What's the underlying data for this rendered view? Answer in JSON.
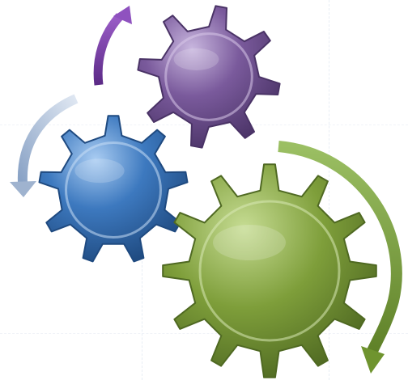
{
  "illustration": {
    "gears": [
      {
        "name": "purple-gear",
        "teeth": 8,
        "color": "#7a5a9c",
        "highlight": "#d8c8ea",
        "shadow": "#4a3366"
      },
      {
        "name": "blue-gear",
        "teeth": 9,
        "color": "#3d79bf",
        "highlight": "#c9def5",
        "shadow": "#1f4a80"
      },
      {
        "name": "green-gear",
        "teeth": 12,
        "color": "#7e9e3a",
        "highlight": "#d9e9b6",
        "shadow": "#4f6922"
      }
    ],
    "arrows": [
      {
        "name": "purple-curved-arrow",
        "color": "#7d3fa6",
        "direction": "clockwise"
      },
      {
        "name": "light-blue-curved-arrow",
        "color": "#9fb3cf",
        "direction": "counterclockwise"
      },
      {
        "name": "green-curved-arrow",
        "color": "#7ea24a",
        "direction": "clockwise"
      }
    ]
  }
}
